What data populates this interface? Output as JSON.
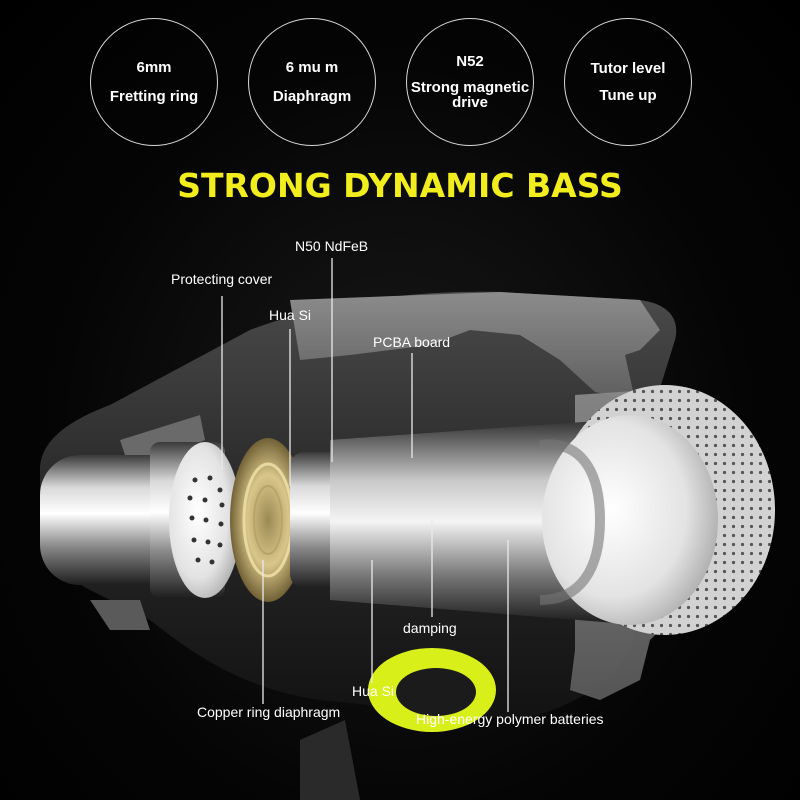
{
  "features": [
    {
      "line1": "6mm",
      "line2": "Fretting ring"
    },
    {
      "line1": "6 mu m",
      "line2": "Diaphragm"
    },
    {
      "line1": "N52",
      "line2": "Strong magnetic drive"
    },
    {
      "line1": "Tutor level",
      "line2": "Tune up"
    }
  ],
  "headline": "STRONG DYNAMIC BASS",
  "labels": {
    "n50": "N50 NdFeB",
    "protecting_cover": "Protecting cover",
    "hua_si_top": "Hua Si",
    "pcba": "PCBA board",
    "damping": "damping",
    "hua_si_bottom": "Hua Si",
    "copper_ring": "Copper ring diaphragm",
    "batteries": "High-energy polymer batteries"
  },
  "colors": {
    "headline": "#f2ee1e",
    "accent_ring": "#d8ef1a",
    "pcb": "#2f8a3a"
  }
}
